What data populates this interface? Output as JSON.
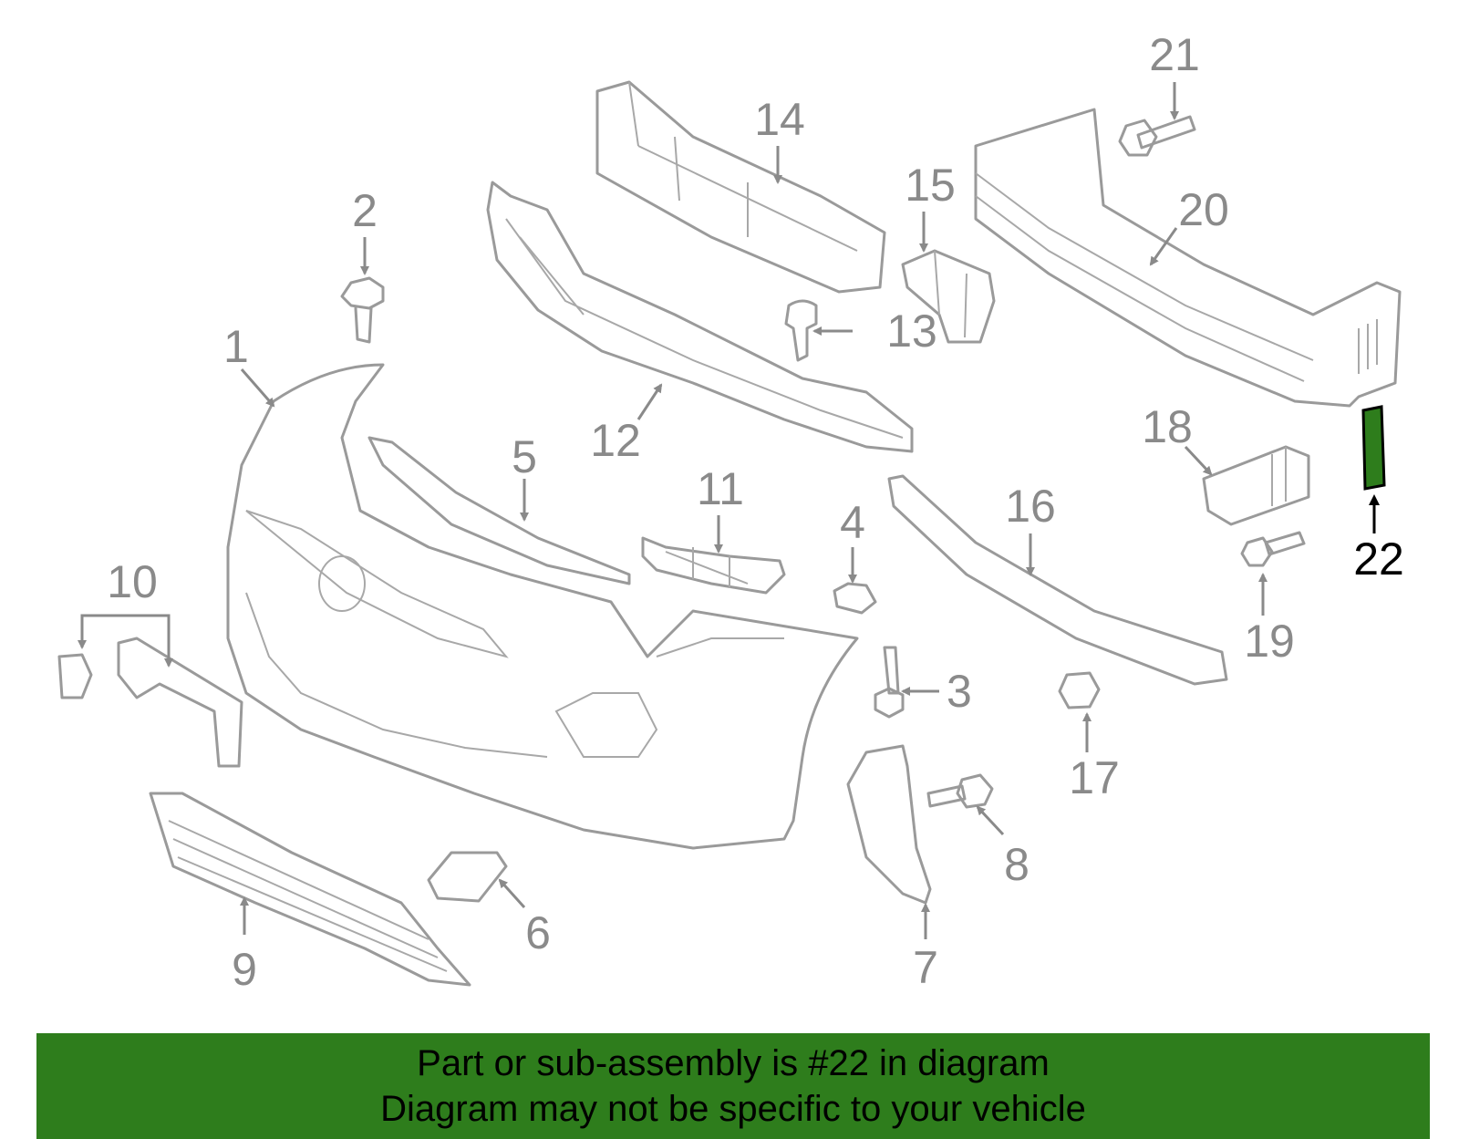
{
  "diagram": {
    "highlighted_part": "22",
    "callouts": [
      "1",
      "2",
      "3",
      "4",
      "5",
      "6",
      "7",
      "8",
      "9",
      "10",
      "11",
      "12",
      "13",
      "14",
      "15",
      "16",
      "17",
      "18",
      "19",
      "20",
      "21",
      "22"
    ]
  },
  "banner": {
    "line1": "Part or sub-assembly is #22 in diagram",
    "line2": "Diagram may not be specific to your vehicle",
    "color": "#2e7d1c"
  }
}
